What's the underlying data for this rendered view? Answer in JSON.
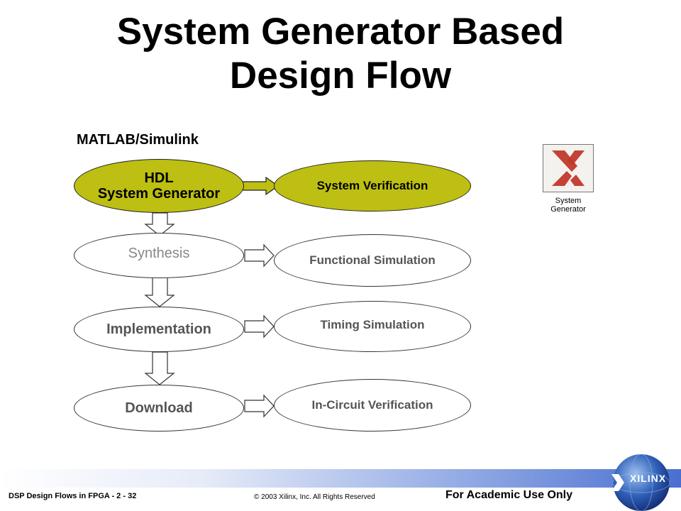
{
  "slide": {
    "title_line1": "System Generator Based",
    "title_line2": "Design Flow",
    "environment_label": "MATLAB/Simulink"
  },
  "flow": {
    "hdl_line1": "HDL",
    "hdl_line2": "System Generator",
    "synthesis": "Synthesis",
    "implementation": "Implementation",
    "download": "Download"
  },
  "verification": {
    "system": "System Verification",
    "functional": "Functional Simulation",
    "timing": "Timing Simulation",
    "in_circuit": "In-Circuit Verification"
  },
  "logo": {
    "caption_line1": "System",
    "caption_line2": "Generator"
  },
  "footer": {
    "course": "DSP Design Flows in FPGA  -  2 - 32",
    "copyright": "© 2003 Xilinx, Inc. All Rights Reserved",
    "usage": "For Academic Use Only",
    "brand": "XILINX"
  },
  "colors": {
    "active_stage": "#bdbf12",
    "stage_border": "#333333"
  }
}
